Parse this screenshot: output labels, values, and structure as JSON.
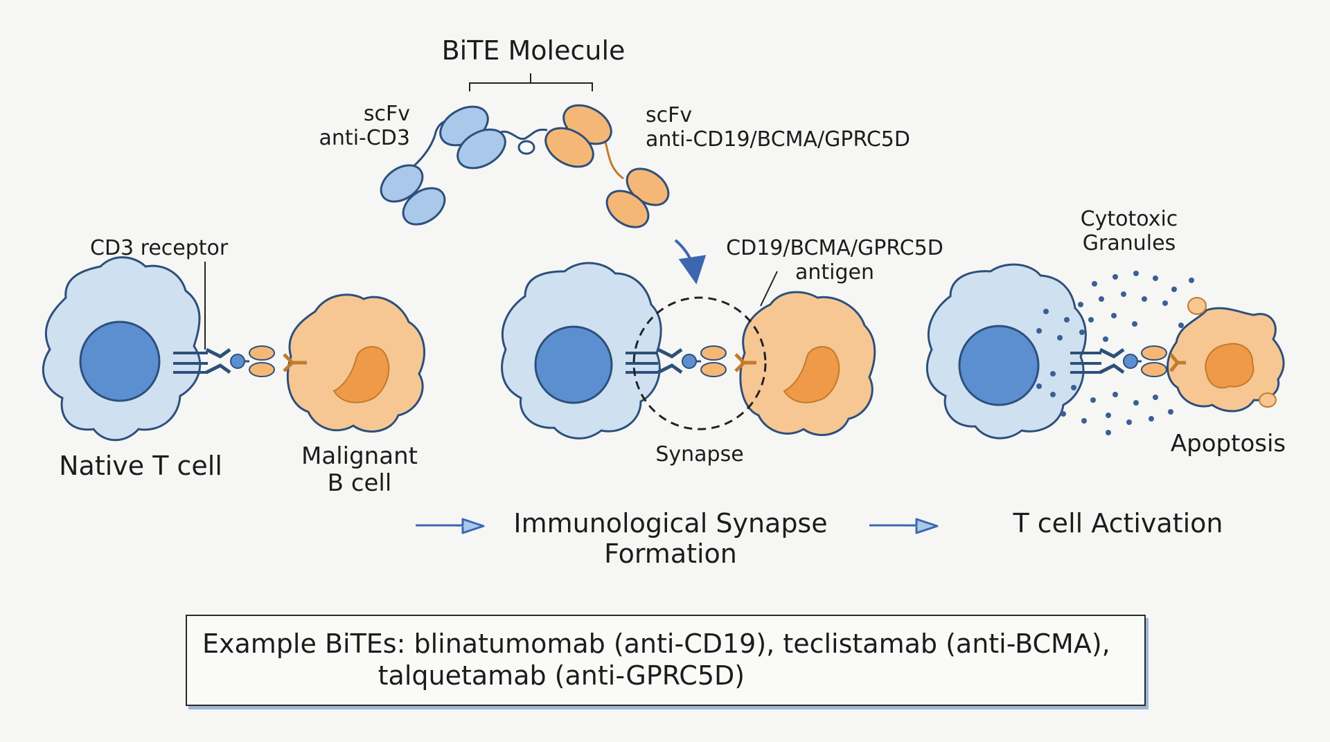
{
  "title": "BiTE Molecule",
  "bite": {
    "left_domain_label": "scFv\nanti-CD3",
    "right_domain_label": "scFv\nanti-CD19/BCMA/GPRC5D"
  },
  "labels": {
    "cd3_receptor": "CD3 receptor",
    "antigen": "CD19/BCMA/GPRC5D\nantigen",
    "cytotoxic_granules": "Cytotoxic\nGranules",
    "native_t_cell": "Native T cell",
    "malignant_b_cell": "Malignant\nB cell",
    "synapse": "Synapse",
    "apoptosis": "Apoptosis"
  },
  "stages": [
    {
      "label": "Immunological Synapse\nFormation"
    },
    {
      "label": "T cell Activation"
    }
  ],
  "example": {
    "text": "Example BiTEs: blinatumomab (anti-CD19), teclistamab (anti-BCMA),\n                     talquetamab (anti-GPRC5D)"
  },
  "colors": {
    "t_cell_fill": "#cfe0f1",
    "t_cell_nucleus": "#5b8fd0",
    "b_cell_fill": "#f6c793",
    "b_cell_nucleus": "#ee9a48",
    "bite_blue": "#a9c8ea",
    "bite_orange": "#f5b776",
    "arrow_blue": "#3c67b0",
    "outline": "#2d4f7a"
  }
}
